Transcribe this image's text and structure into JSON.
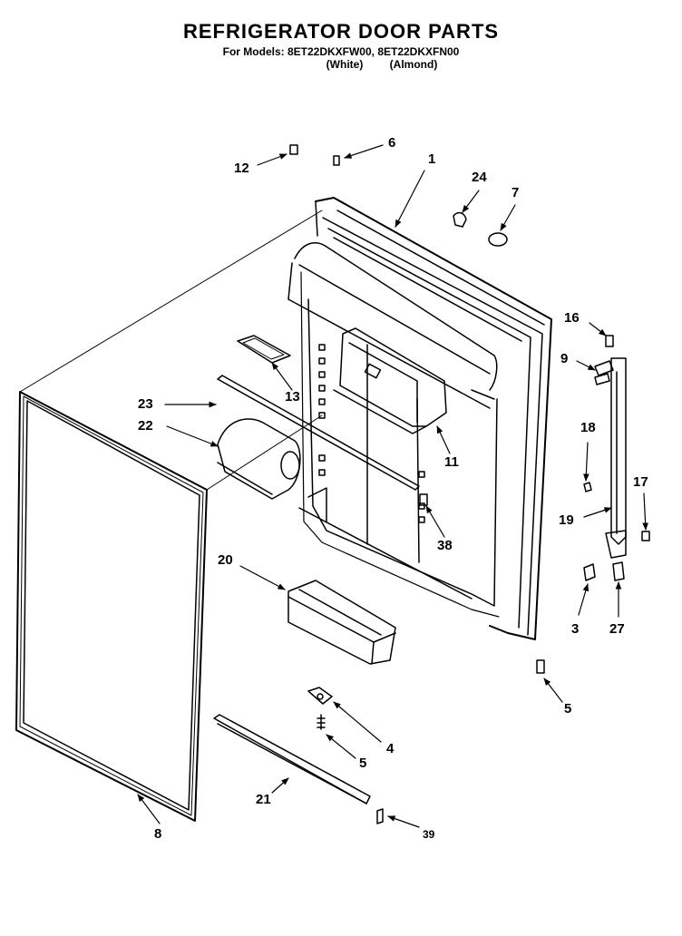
{
  "header": {
    "title": "REFRIGERATOR DOOR PARTS",
    "models_line": "For Models: 8ET22DKXFW00, 8ET22DKXFN00",
    "color_white": "(White)",
    "color_almond": "(Almond)"
  },
  "part_labels": {
    "p1": "1",
    "p3": "3",
    "p4": "4",
    "p5a": "5",
    "p5b": "5",
    "p6": "6",
    "p7": "7",
    "p8": "8",
    "p9": "9",
    "p11": "11",
    "p12": "12",
    "p13": "13",
    "p16": "16",
    "p17": "17",
    "p18": "18",
    "p19": "19",
    "p20": "20",
    "p21": "21",
    "p22": "22",
    "p23": "23",
    "p24": "24",
    "p27": "27",
    "p38": "38",
    "p39": "39"
  }
}
